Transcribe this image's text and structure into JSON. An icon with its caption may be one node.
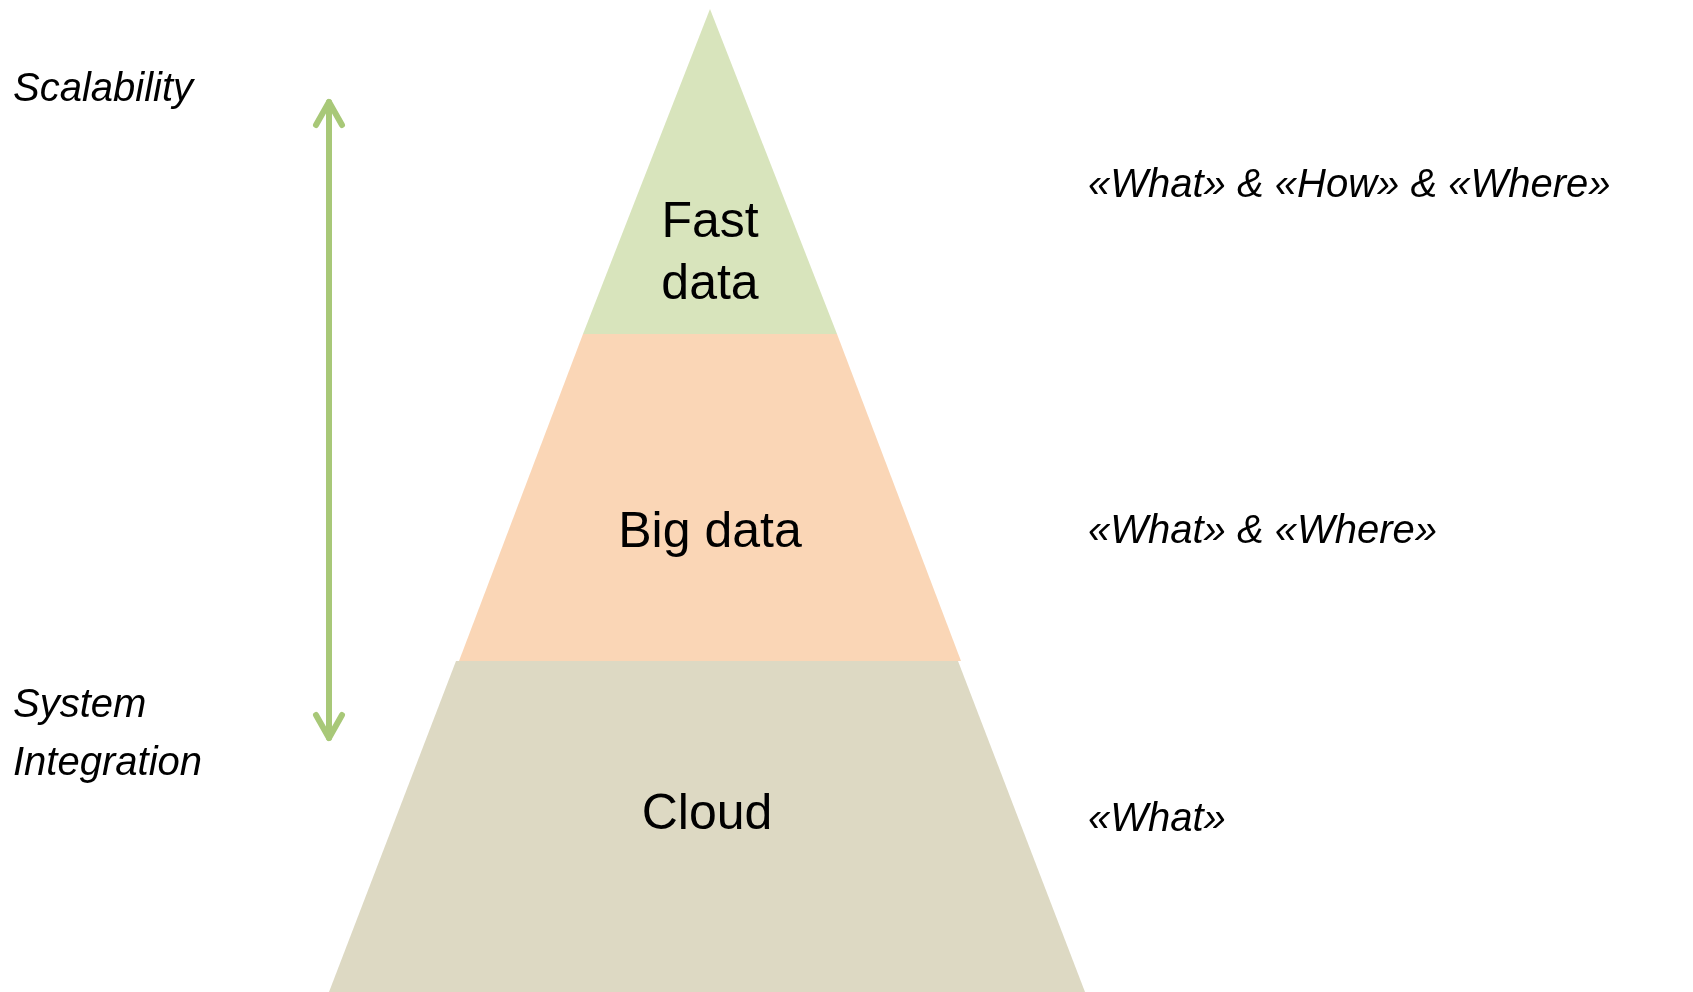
{
  "diagram": {
    "nodes": [
      {
        "text": [
          "Fast data"
        ]
      },
      {
        "text": [
          "Big data"
        ]
      },
      {
        "text": [
          "Cloud"
        ]
      }
    ],
    "labels": [
      "Scalability",
      "«What» & «How» & «Where»",
      "«What» & «Where»",
      "System Integration",
      "«What»"
    ]
  }
}
